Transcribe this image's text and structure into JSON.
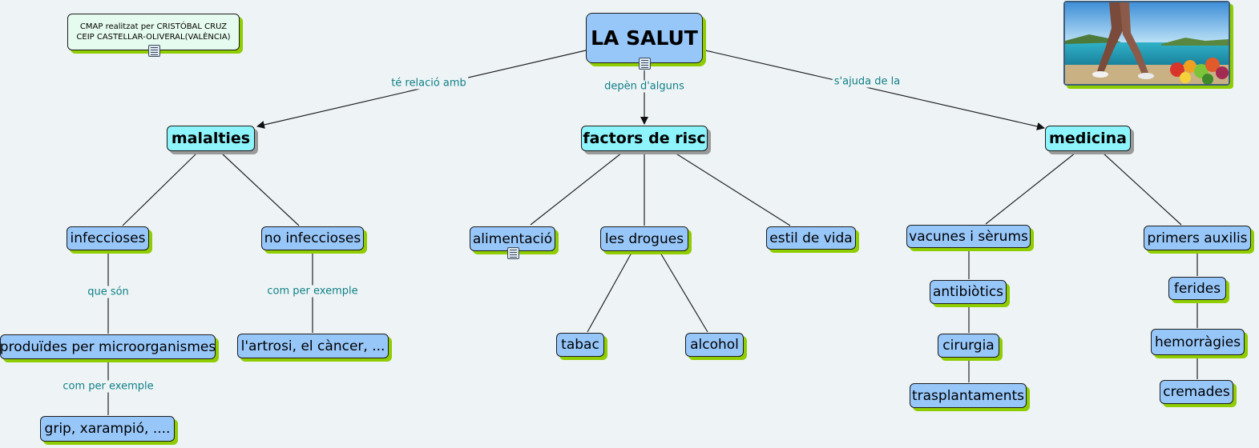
{
  "credit": {
    "line1": "CMAP realitzat per CRISTÓBAL CRUZ",
    "line2": "CEIP CASTELLAR-OLIVERAL(VALÈNCIA)"
  },
  "nodes": {
    "root": "LA SALUT",
    "malalties": "malalties",
    "factors": "factors de risc",
    "medicina": "medicina",
    "infeccioses": "infeccioses",
    "no_infeccioses": "no infeccioses",
    "alimentacio": "alimentació",
    "drogues": "les drogues",
    "estil": "estil de vida",
    "vacunes": "vacunes i sèrums",
    "primers": "primers auxilis",
    "microorganismes": "produïdes per microorganismes",
    "artrosi": "l'artrosi, el càncer, ...",
    "tabac": "tabac",
    "alcohol": "alcohol",
    "antibiotics": "antibiòtics",
    "ferides": "ferides",
    "cirurgia": "cirurgia",
    "hemorragies": "hemorràgies",
    "trasplantaments": "trasplantaments",
    "cremades": "cremades",
    "grip": "grip, xarampió, ...."
  },
  "links": {
    "te_relacio": "té relació amb",
    "depen": "depèn d'alguns",
    "sajuda": "s'ajuda de la",
    "que_son": "que són",
    "com_per_exemple_1": "com per exemple",
    "com_per_exemple_2": "com per exemple"
  },
  "colors": {
    "node_blue": "#97c6f9",
    "node_cyan": "#8df4fb",
    "shadow_green": "#8fcc00",
    "label_teal": "#0f7f86"
  }
}
